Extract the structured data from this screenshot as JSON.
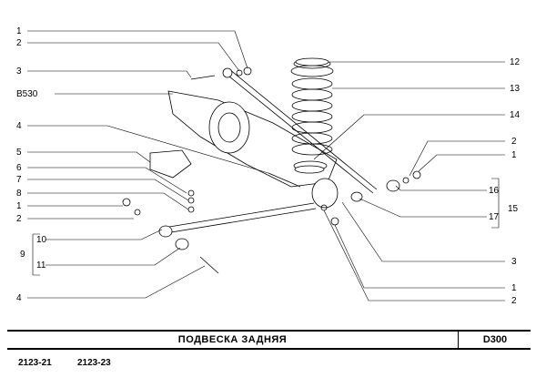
{
  "labels": {
    "left": [
      "1",
      "2",
      "3",
      "B530",
      "4",
      "5",
      "6",
      "7",
      "8",
      "1",
      "2",
      "10",
      "9",
      "11",
      "4"
    ],
    "right": [
      "12",
      "13",
      "14",
      "2",
      "1",
      "16",
      "15",
      "17",
      "3",
      "1",
      "2"
    ]
  },
  "footer": {
    "title": "ПОДВЕСКА   ЗАДНЯЯ",
    "code": "D300",
    "models": [
      "2123-21",
      "2123-23"
    ]
  }
}
